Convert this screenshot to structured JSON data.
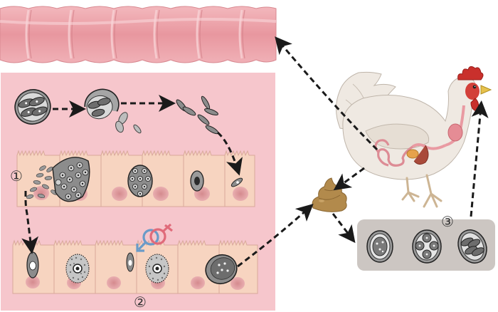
{
  "diagram": {
    "title": "",
    "step_labels": [
      "①",
      "②",
      "③"
    ],
    "gender_symbols": [
      "♂",
      "♀"
    ]
  },
  "colors": {
    "intestine": "#eea7ad",
    "life_cycle_panel": "#f6c6cc",
    "oocyst_panel": "#ccc6c2",
    "arrow": "#1a1a1a",
    "male_symbol": "#6a9bc8",
    "female_symbol": "#e06b7a",
    "host_body": "#efe9e2",
    "comb": "#c9302c",
    "feces": "#b28a4c"
  },
  "icons": [
    "intestine-icon",
    "chicken-icon",
    "feces-icon",
    "sporulated-oocyst-icon",
    "schizont-icon",
    "epithelial-cell-icon",
    "male-symbol-icon",
    "female-symbol-icon"
  ]
}
